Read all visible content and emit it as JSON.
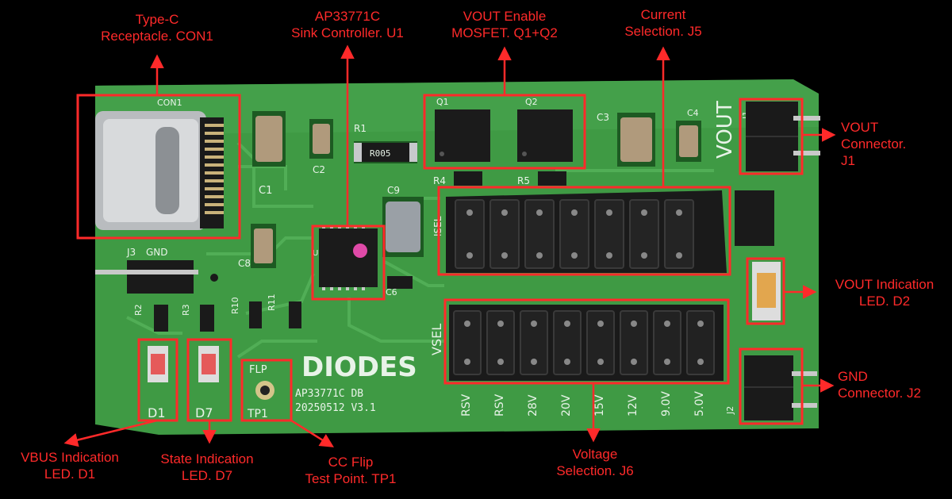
{
  "callouts": {
    "con1": {
      "line1": "Type-C",
      "line2": "Receptacle. CON1"
    },
    "u1": {
      "line1": "AP33771C",
      "line2": "Sink Controller. U1"
    },
    "q1q2": {
      "line1": "VOUT Enable",
      "line2": "MOSFET. Q1+Q2"
    },
    "j5": {
      "line1": "Current",
      "line2": "Selection. J5"
    },
    "j1": {
      "line1": "VOUT",
      "line2": "Connector.",
      "line3": "J1"
    },
    "d2": {
      "line1": "VOUT Indication",
      "line2": "LED. D2"
    },
    "j2": {
      "line1": "GND",
      "line2": "Connector. J2"
    },
    "j6": {
      "line1": "Voltage",
      "line2": "Selection. J6"
    },
    "tp1": {
      "line1": "CC Flip",
      "line2": "Test Point. TP1"
    },
    "d7": {
      "line1": "State Indication",
      "line2": "LED. D7"
    },
    "d1": {
      "line1": "VBUS Indication",
      "line2": "LED. D1"
    }
  },
  "silkscreen": {
    "con1": "CON1",
    "c1": "C1",
    "c2": "C2",
    "c3": "C3",
    "c4": "C4",
    "c6": "C6",
    "c8": "C8",
    "c9": "C9",
    "r1": "R1",
    "r4": "R4",
    "r5": "R5",
    "r2": "R2",
    "r10": "R10",
    "r11": "R11",
    "r3": "R3",
    "r1_value": "R005",
    "q1": "Q1",
    "q2": "Q2",
    "u1": "U1",
    "j3": "J3",
    "gnd": "GND",
    "vout": "VOUT",
    "j1": "J1",
    "j2": "J2",
    "isel": "ISEL",
    "vsel": "VSEL",
    "flp": "FLP",
    "tp1": "TP1",
    "d1": "D1",
    "d7": "D7",
    "logo": "DIODES",
    "board_name": "AP33771C DB",
    "board_rev": "20250512 V3.1",
    "voltages": [
      "RSV",
      "RSV",
      "28V",
      "20V",
      "15V",
      "12V",
      "9.0V",
      "5.0V"
    ]
  },
  "colors": {
    "background": "#000000",
    "pcb": "#3f9a44",
    "callout": "#ff2a2a"
  }
}
